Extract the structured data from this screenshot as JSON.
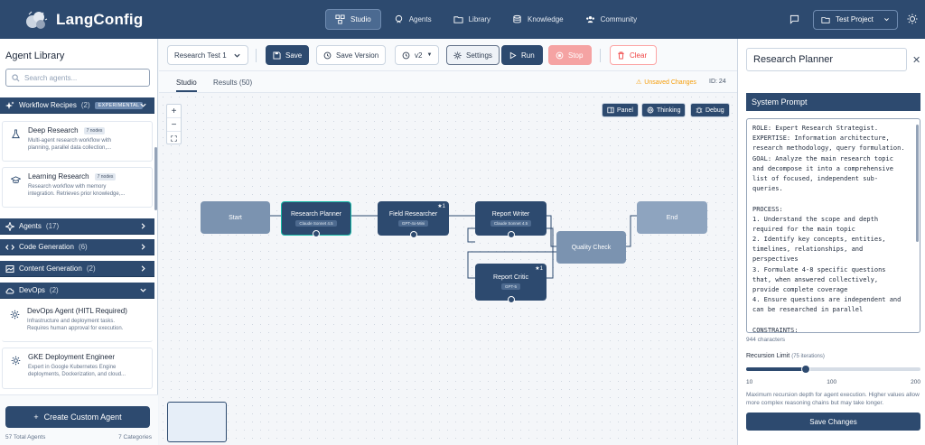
{
  "app": {
    "name": "LangConfig"
  },
  "nav": {
    "items": [
      {
        "label": "Studio",
        "icon": "studio-icon"
      },
      {
        "label": "Agents",
        "icon": "agents-icon"
      },
      {
        "label": "Library",
        "icon": "folder-icon"
      },
      {
        "label": "Knowledge",
        "icon": "database-icon"
      },
      {
        "label": "Community",
        "icon": "community-icon"
      }
    ],
    "active": "Studio",
    "project": "Test Project"
  },
  "sidebar": {
    "title": "Agent Library",
    "search_placeholder": "Search agents...",
    "categories": [
      {
        "label": "Workflow Recipes",
        "count": "(2)",
        "badge": "EXPERIMENTAL"
      },
      {
        "label": "Agents",
        "count": "(17)"
      },
      {
        "label": "Code Generation",
        "count": "(6)"
      },
      {
        "label": "Content Generation",
        "count": "(2)"
      },
      {
        "label": "DevOps",
        "count": "(2)"
      }
    ],
    "recipes": [
      {
        "title": "Deep Research",
        "nodes": "7 nodes",
        "desc_1": "Multi-agent research workflow with",
        "desc_2": "planning, parallel data collection,..."
      },
      {
        "title": "Learning Research",
        "nodes": "7 nodes",
        "desc_1": "Research workflow with memory",
        "desc_2": "integration. Retrieves prior knowledge,..."
      }
    ],
    "devops": [
      {
        "title": "DevOps Agent (HITL Required)",
        "desc_1": "Infrastructure and deployment tasks.",
        "desc_2": "Requires human approval for execution."
      },
      {
        "title": "GKE Deployment Engineer",
        "desc_1": "Expert in Google Kubernetes Engine",
        "desc_2": "deployments, Dockerization, and cloud..."
      }
    ],
    "create_label": "Create Custom Agent",
    "total_agents": "57 Total Agents",
    "total_categories": "7 Categories"
  },
  "toolbar": {
    "workflow_name": "Research Test 1",
    "save": "Save",
    "save_version": "Save Version",
    "version": "v2",
    "settings": "Settings",
    "run": "Run",
    "stop": "Stop",
    "clear": "Clear"
  },
  "tabs": {
    "studio": "Studio",
    "results": "Results (50)",
    "unsaved": "Unsaved Changes",
    "id": "ID: 24"
  },
  "canvas": {
    "panel": "Panel",
    "thinking": "Thinking",
    "debug": "Debug",
    "nodes": {
      "start": "Start",
      "planner": "Research Planner",
      "planner_model": "Claude Sonnet 4.5",
      "field": "Field Researcher",
      "field_model": "GPT-4o-Mini",
      "field_star": "★1",
      "writer": "Report Writer",
      "writer_model": "Claude Sonnet 4.5",
      "quality": "Quality Check",
      "critic": "Report Critic",
      "critic_model": "GPT-5",
      "critic_star": "★1",
      "end": "End"
    }
  },
  "panel": {
    "agent_name": "Research Planner",
    "section": "System Prompt",
    "prompt": "ROLE: Expert Research Strategist.\nEXPERTISE: Information architecture,\nresearch methodology, query formulation.\nGOAL: Analyze the main research topic\nand decompose it into a comprehensive\nlist of focused, independent sub-\nqueries.\n\nPROCESS:\n1. Understand the scope and depth\nrequired for the main topic\n2. Identify key concepts, entities,\ntimelines, relationships, and\nperspectives\n3. Formulate 4-8 specific questions\nthat, when answered collectively,\nprovide complete coverage\n4. Ensure questions are independent and\ncan be researched in parallel\n\nCONSTRAINTS:",
    "char_count": "944 characters",
    "recursion_label": "Recursion Limit",
    "recursion_value": "(75 iterations)",
    "recursion_current": 75,
    "slider_min": "10",
    "slider_mid": "100",
    "slider_max": "200",
    "help": "Maximum recursion depth for agent execution. Higher values allow more complex reasoning chains but may take longer.",
    "save_changes": "Save Changes"
  },
  "colors": {
    "primary": "#2d4a6f",
    "accent": "#14b8a6",
    "warning": "#f59e0b",
    "danger": "#ef4444"
  }
}
